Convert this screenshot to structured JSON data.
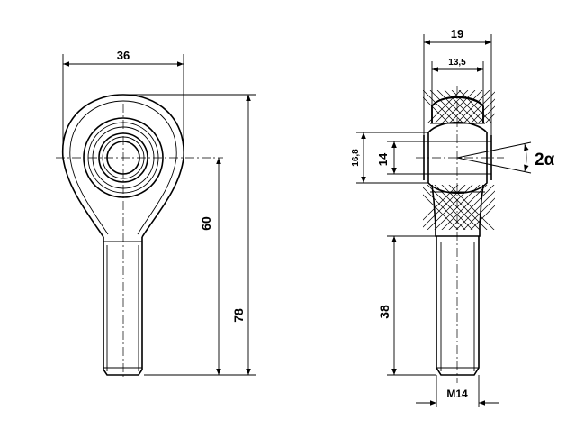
{
  "drawing": {
    "front_view": {
      "width_label": "36",
      "center_height_label": "60",
      "overall_height_label": "78"
    },
    "side_view": {
      "housing_width_label": "19",
      "ball_width_label": "13,5",
      "ball_diameter_label": "16,8",
      "bore_label": "14",
      "angle_label": "2α",
      "shank_length_label": "38",
      "thread_label": "M14"
    }
  }
}
